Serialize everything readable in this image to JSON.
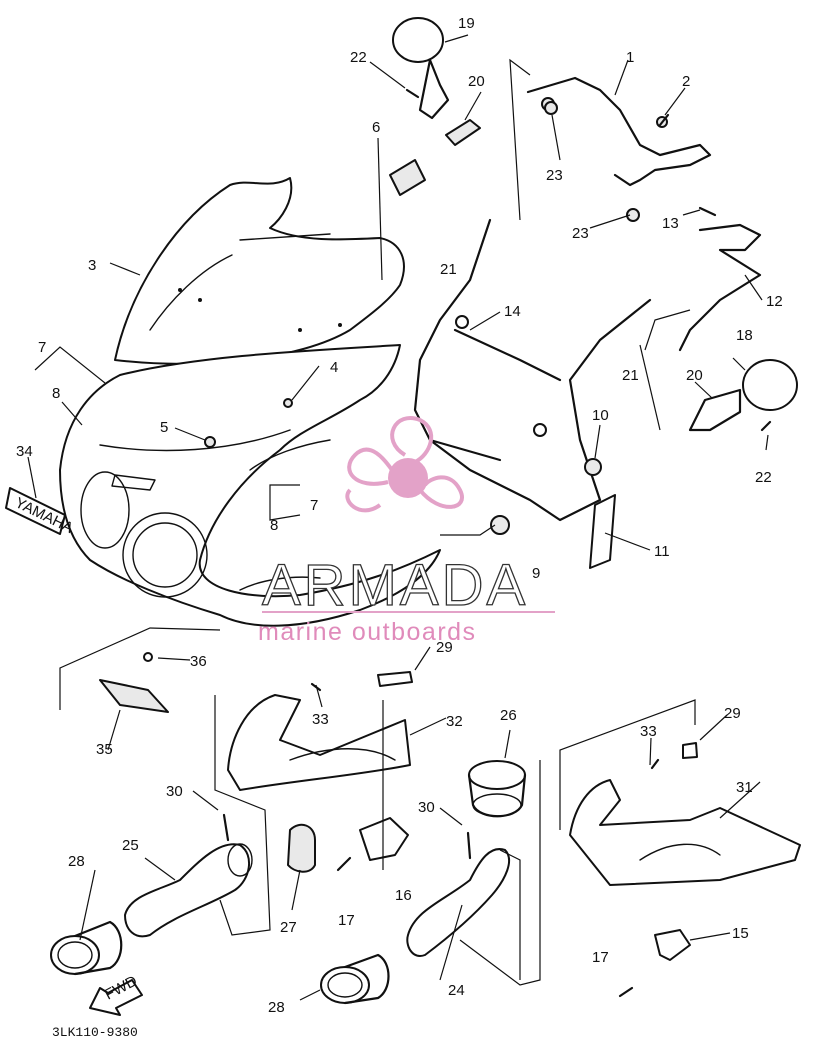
{
  "diagram": {
    "part_labels": [
      "1",
      "2",
      "3",
      "5",
      "6",
      "7",
      "7",
      "8",
      "8",
      "9",
      "10",
      "11",
      "12",
      "13",
      "14",
      "15",
      "16",
      "17",
      "17",
      "18",
      "19",
      "20",
      "20",
      "21",
      "21",
      "22",
      "22",
      "23",
      "23",
      "24",
      "25",
      "26",
      "27",
      "28",
      "28",
      "29",
      "29",
      "30",
      "30",
      "31",
      "32",
      "33",
      "33",
      "34",
      "35",
      "36",
      "4"
    ],
    "diagram_code": "3LK110-9380",
    "fwd_label": "FWD",
    "decal_text": "YAMAHA"
  },
  "watermark": {
    "brand": "ARMADA",
    "tagline": "marine outboards",
    "color": "#e3a2c8"
  }
}
